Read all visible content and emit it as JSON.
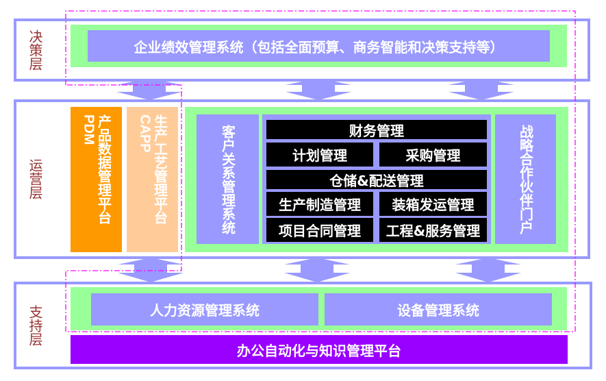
{
  "layers": {
    "decision": "决策层",
    "operation": "运营层",
    "support": "支持层"
  },
  "decision": {
    "epm": "企业绩效管理系统（包括全面预算、商务智能和决策支持等）"
  },
  "operation": {
    "pdm": {
      "cn": "产品数据管理平台",
      "en": "PDM"
    },
    "capp": {
      "cn": "生产工艺管理平台",
      "en": "CAPP"
    },
    "crm": "客户关系管理系统",
    "partner": "战略合作伙伴门户",
    "modules": [
      "财务管理",
      "计划管理",
      "采购管理",
      "仓储&配送管理",
      "生产制造管理",
      "装箱发运管理",
      "项目合同管理",
      "工程&服务管理"
    ]
  },
  "support": {
    "hr": "人力资源管理系统",
    "equipment": "设备管理系统",
    "oa": "办公自动化与知识管理平台"
  },
  "colors": {
    "layer_border": "#9999ff",
    "green": "#99ff99",
    "blue": "#9999ff",
    "pdm": "#ff9900",
    "capp": "#ffcc99",
    "oa": "#9900ff",
    "label": "#993333",
    "dash": "#ff00ff"
  }
}
